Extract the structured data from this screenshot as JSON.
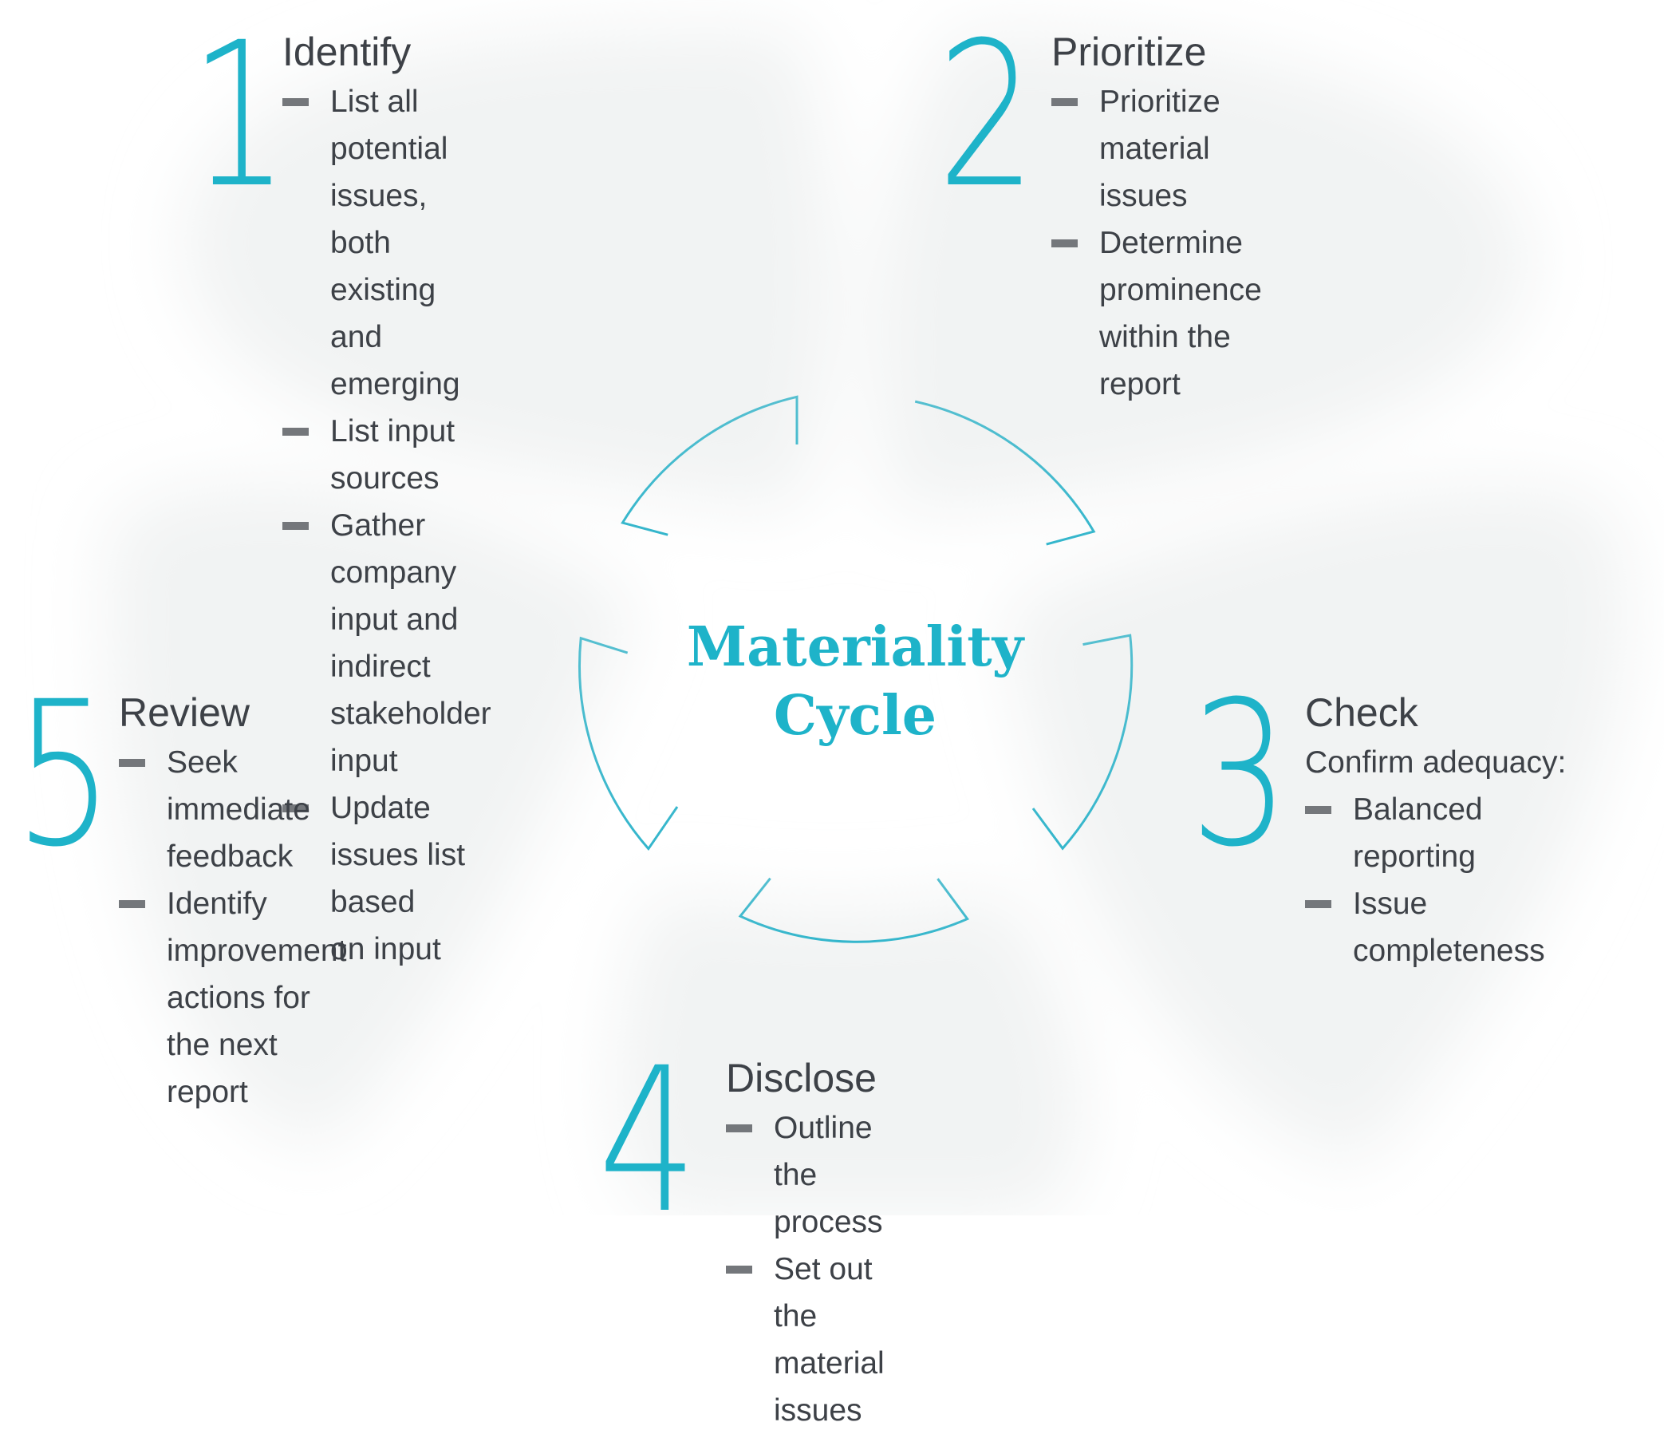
{
  "center": {
    "line1": "Materiality",
    "line2": "Cycle"
  },
  "colors": {
    "accent": "#1eb3c9",
    "text": "#3d4147",
    "dash": "#74777b"
  },
  "steps": [
    {
      "number": "1",
      "title": "Identify",
      "subtitle": "",
      "items": [
        "List all potential issues, both\nexisting and emerging",
        "List input sources",
        "Gather company input and\nindirect stakeholder input",
        "Update issues list based\non input"
      ]
    },
    {
      "number": "2",
      "title": "Prioritize",
      "subtitle": "",
      "items": [
        "Prioritize material issues",
        "Determine prominence\n within the report"
      ]
    },
    {
      "number": "3",
      "title": "Check",
      "subtitle": "Confirm adequacy:",
      "items": [
        "Balanced reporting",
        "Issue completeness"
      ]
    },
    {
      "number": "4",
      "title": "Disclose",
      "subtitle": "",
      "items": [
        "Outline the process",
        "Set out the material issues"
      ]
    },
    {
      "number": "5",
      "title": "Review",
      "subtitle": "",
      "items": [
        "Seek immediate feedback",
        "Identify improvement\nactions for the next report"
      ]
    }
  ]
}
